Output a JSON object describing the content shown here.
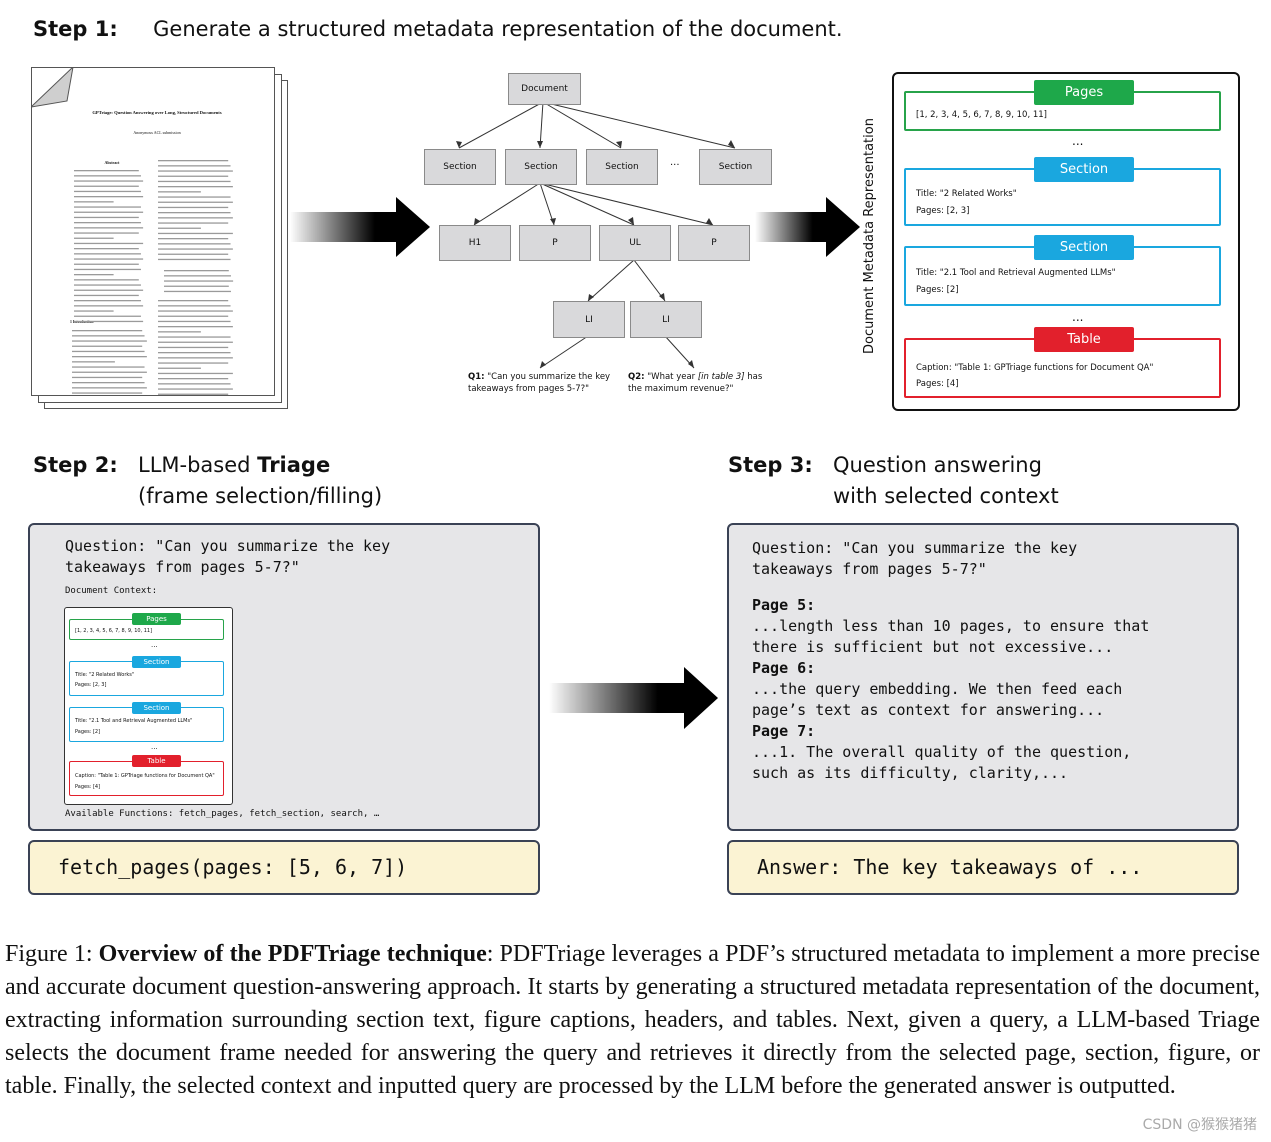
{
  "step1": {
    "label": "Step 1:",
    "text": "Generate a structured metadata representation of the document."
  },
  "step2": {
    "label": "Step 2:",
    "text_plain": "LLM-based ",
    "text_bold": "Triage",
    "line2": "(frame selection/filling)"
  },
  "step3": {
    "label": "Step 3:",
    "line1": "Question answering",
    "line2": "with selected context"
  },
  "paper": {
    "title": "GPTriage: Question Answering over Long, Structured Documents",
    "author": "Anonymous ACL submission",
    "abstract_heading": "Abstract",
    "intro_heading": "1   Introduction",
    "q1": "Q1 \"Can you summarize the key takeaways from pages 5-7?\"",
    "q2": "Q2 \"What year [in table 3] has the maximum revenue?\""
  },
  "tree": {
    "root": "Document",
    "sections": [
      "Section",
      "Section",
      "Section",
      "Section"
    ],
    "ellipsis": "...",
    "children": [
      "H1",
      "P",
      "UL",
      "P"
    ],
    "leaves": [
      "LI",
      "LI"
    ],
    "q1_label": "Q1:",
    "q1_text": " \"Can you summarize the key takeaways from pages 5-7?\"",
    "q2_label": "Q2:",
    "q2_pre": " \"What year ",
    "q2_italic": "[in table 3]",
    "q2_post": " has the maximum revenue?\""
  },
  "metadata": {
    "vertical_label": "Document Metadata Representation",
    "pages_tag": "Pages",
    "pages_list": "[1, 2, 3, 4, 5, 6, 7, 8, 9, 10, 11]",
    "dots": "...",
    "section1_tag": "Section",
    "section1_title": "Title: \"2 Related Works\"",
    "section1_pages": "Pages: [2, 3]",
    "section2_tag": "Section",
    "section2_title": "Title: \"2.1 Tool and Retrieval Augmented LLMs\"",
    "section2_pages": "Pages: [2]",
    "table_tag": "Table",
    "table_caption": "Caption: \"Table 1: GPTriage functions for Document QA\"",
    "table_pages": "Pages: [4]"
  },
  "triage": {
    "question_line1": "Question: \"Can you summarize the key",
    "question_line2": "takeaways from pages 5-7?\"",
    "context_label": "Document Context:",
    "available": "Available Functions: fetch_pages, fetch_section, search, …",
    "call": "fetch_pages(pages: [5, 6, 7])"
  },
  "qa": {
    "question_line1": "Question: \"Can you summarize the key",
    "question_line2": "takeaways from pages 5-7?\"",
    "lines": [
      {
        "bold": true,
        "text": "Page 5:"
      },
      {
        "bold": false,
        "text": "...length less than 10 pages, to ensure that"
      },
      {
        "bold": false,
        "text": "there is sufficient but not excessive..."
      },
      {
        "bold": true,
        "text": "Page 6:"
      },
      {
        "bold": false,
        "text": "...the query embedding. We then feed each"
      },
      {
        "bold": false,
        "text": "page’s text as context for answering..."
      },
      {
        "bold": true,
        "text": "Page 7:"
      },
      {
        "bold": false,
        "text": "...1. The overall quality of the question,"
      },
      {
        "bold": false,
        "text": "such as its difficulty, clarity,..."
      }
    ],
    "answer": "Answer: The key takeaways of ..."
  },
  "caption": {
    "prefix": "Figure 1: ",
    "bold": "Overview of the PDFTriage technique",
    "body": ": PDFTriage leverages a PDF’s structured metadata to implement a more precise and accurate document question-answering approach. It starts by generating a structured metadata representation of the document, extracting information surrounding section text, figure captions, headers, and tables. Next, given a query, a LLM-based Triage selects the document frame needed for answering the query and retrieves it directly from the selected page, section, figure, or table. Finally, the selected context and inputted query are processed by the LLM before the generated answer is outputted."
  },
  "watermark": "CSDN @猴猴猪猪"
}
